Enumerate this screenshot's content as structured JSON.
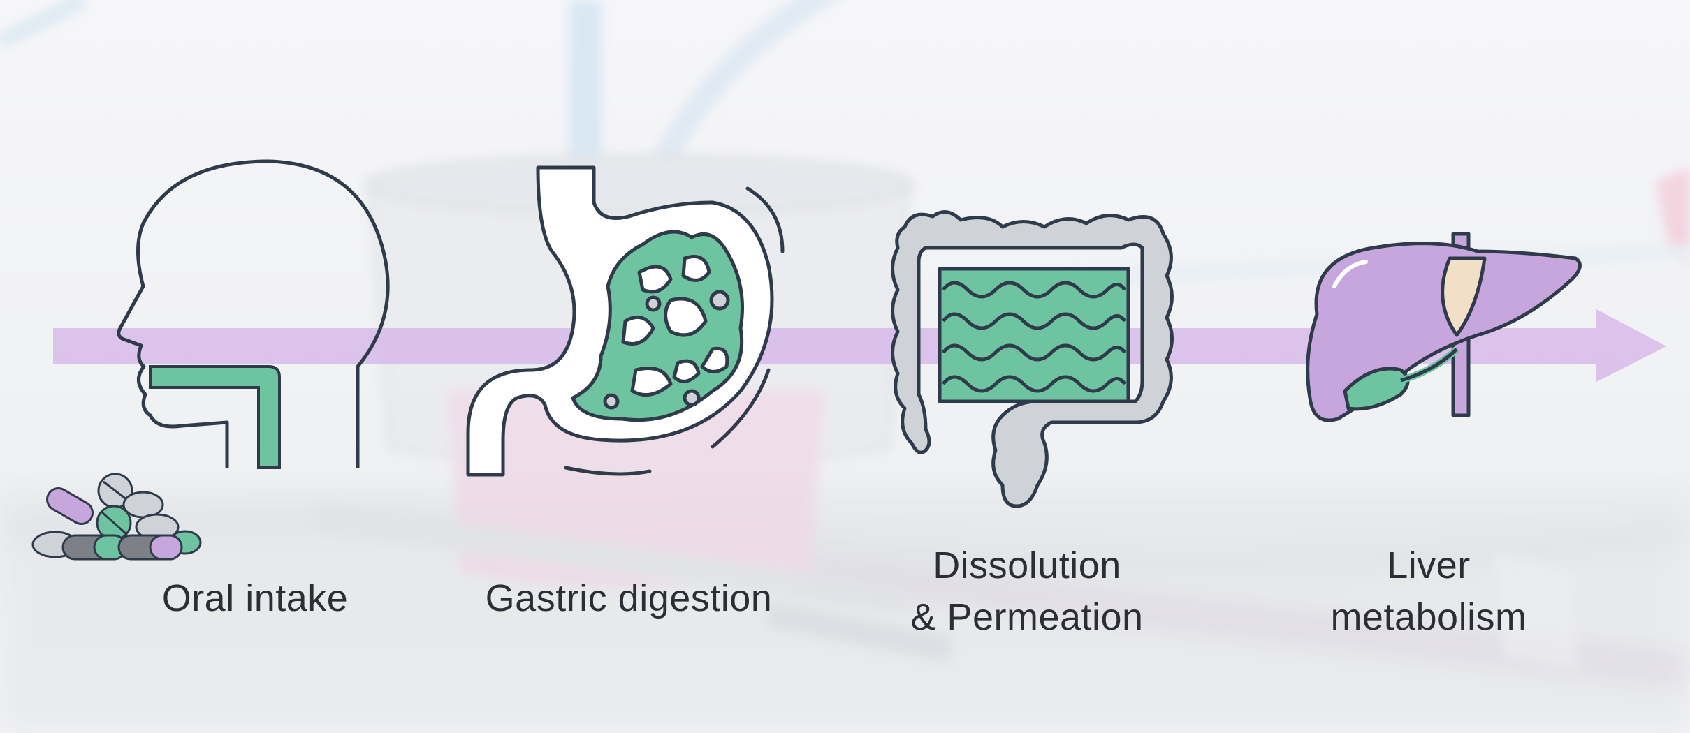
{
  "stages": [
    {
      "id": "oral",
      "label_lines": [
        "Oral intake"
      ],
      "icon": "head-profile-icon"
    },
    {
      "id": "gastric",
      "label_lines": [
        "Gastric digestion"
      ],
      "icon": "stomach-icon"
    },
    {
      "id": "dissolution",
      "label_lines": [
        "Dissolution",
        "& Permeation"
      ],
      "icon": "intestines-icon"
    },
    {
      "id": "liver",
      "label_lines": [
        "Liver",
        "metabolism"
      ],
      "icon": "liver-icon"
    }
  ],
  "colors": {
    "arrow": "#d6b7ea",
    "outline": "#2f3a4a",
    "green": "#6ec4a0",
    "grey": "#cfd2d6",
    "liver": "#c6a6dd",
    "gallbladder": "#f1dfc8"
  }
}
